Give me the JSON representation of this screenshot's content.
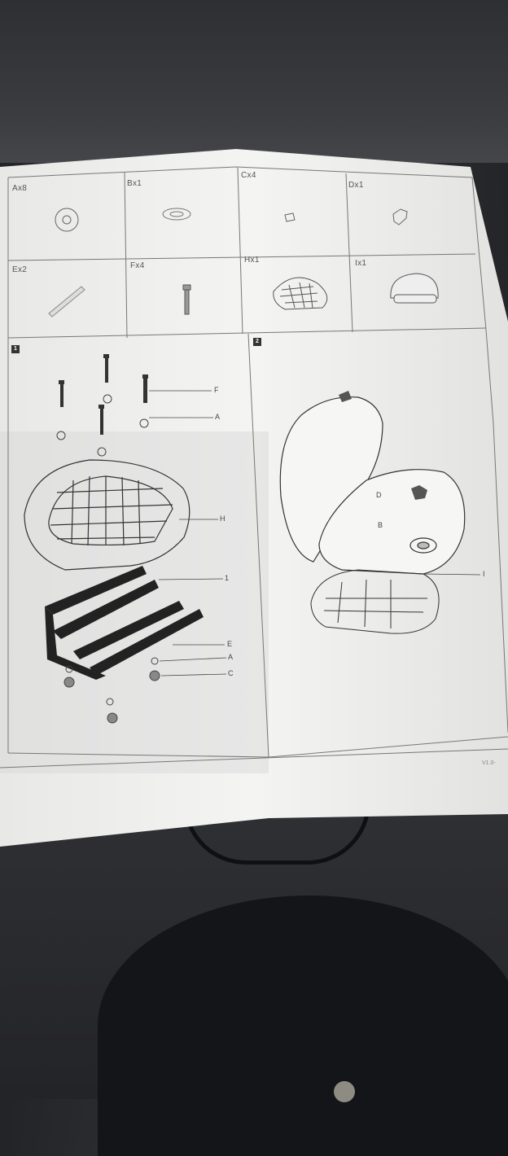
{
  "parts": [
    {
      "label": "Ax8"
    },
    {
      "label": "Bx1"
    },
    {
      "label": "Cx4"
    },
    {
      "label": "Dx1"
    },
    {
      "label": "Ex2"
    },
    {
      "label": "Fx4"
    },
    {
      "label": "Hx1"
    },
    {
      "label": "Ix1"
    }
  ],
  "steps": {
    "step1": "1",
    "step2": "2"
  },
  "callouts": {
    "F": "F",
    "A_top": "A",
    "H": "H",
    "one": "1",
    "E": "E",
    "A_bottom": "A",
    "C": "C",
    "D": "D",
    "B": "B",
    "I": "I"
  },
  "version": "V1.0-",
  "colors": {
    "paper": "#f1f1f0",
    "line": "#555555",
    "rack": "#222222"
  }
}
